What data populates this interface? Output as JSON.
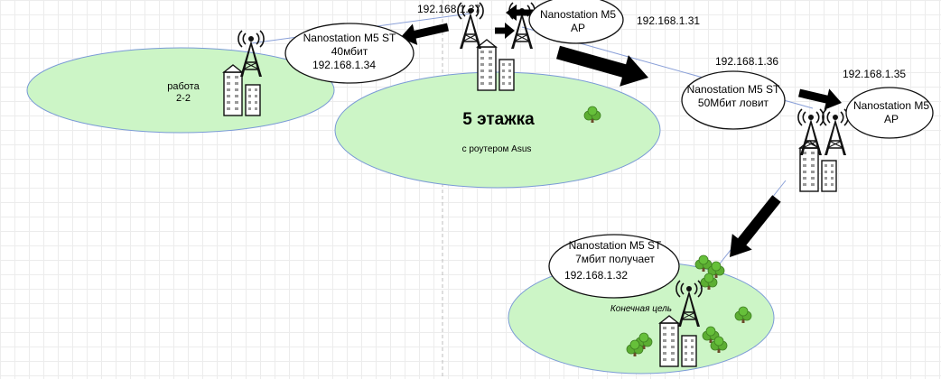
{
  "zones": {
    "rabota": {
      "line1": "работа",
      "line2": "2-2"
    },
    "five": {
      "title": "5 этажка",
      "subtitle": "с роутером Asus"
    },
    "target": {
      "label": "Конечная цель"
    }
  },
  "devices": {
    "st40": {
      "line1": "Nanostation M5 ST",
      "line2": "40мбит",
      "line3": "192.168.1.34"
    },
    "ap_top": {
      "line1": "Nanostation M5",
      "line2": "AP"
    },
    "st50": {
      "line1": "Nanostation M5 ST",
      "line2": "50Мбит ловит"
    },
    "ap_right": {
      "line1": "Nanostation M5",
      "line2": "AP"
    },
    "st7": {
      "line1": "Nanostation M5 ST",
      "line2": "7мбит получает",
      "line3": "192.168.1.32"
    }
  },
  "ips": {
    "top": "192.168.1.37",
    "ap_top": "192.168.1.31",
    "st50": "192.168.1.36",
    "ap_right": "192.168.1.35"
  },
  "colors": {
    "zone_fill": "#ccf5c6",
    "zone_stroke": "#7a9ad6",
    "link": "#8aa0d8",
    "arrow": "#000000",
    "tree": "#5cae32"
  }
}
